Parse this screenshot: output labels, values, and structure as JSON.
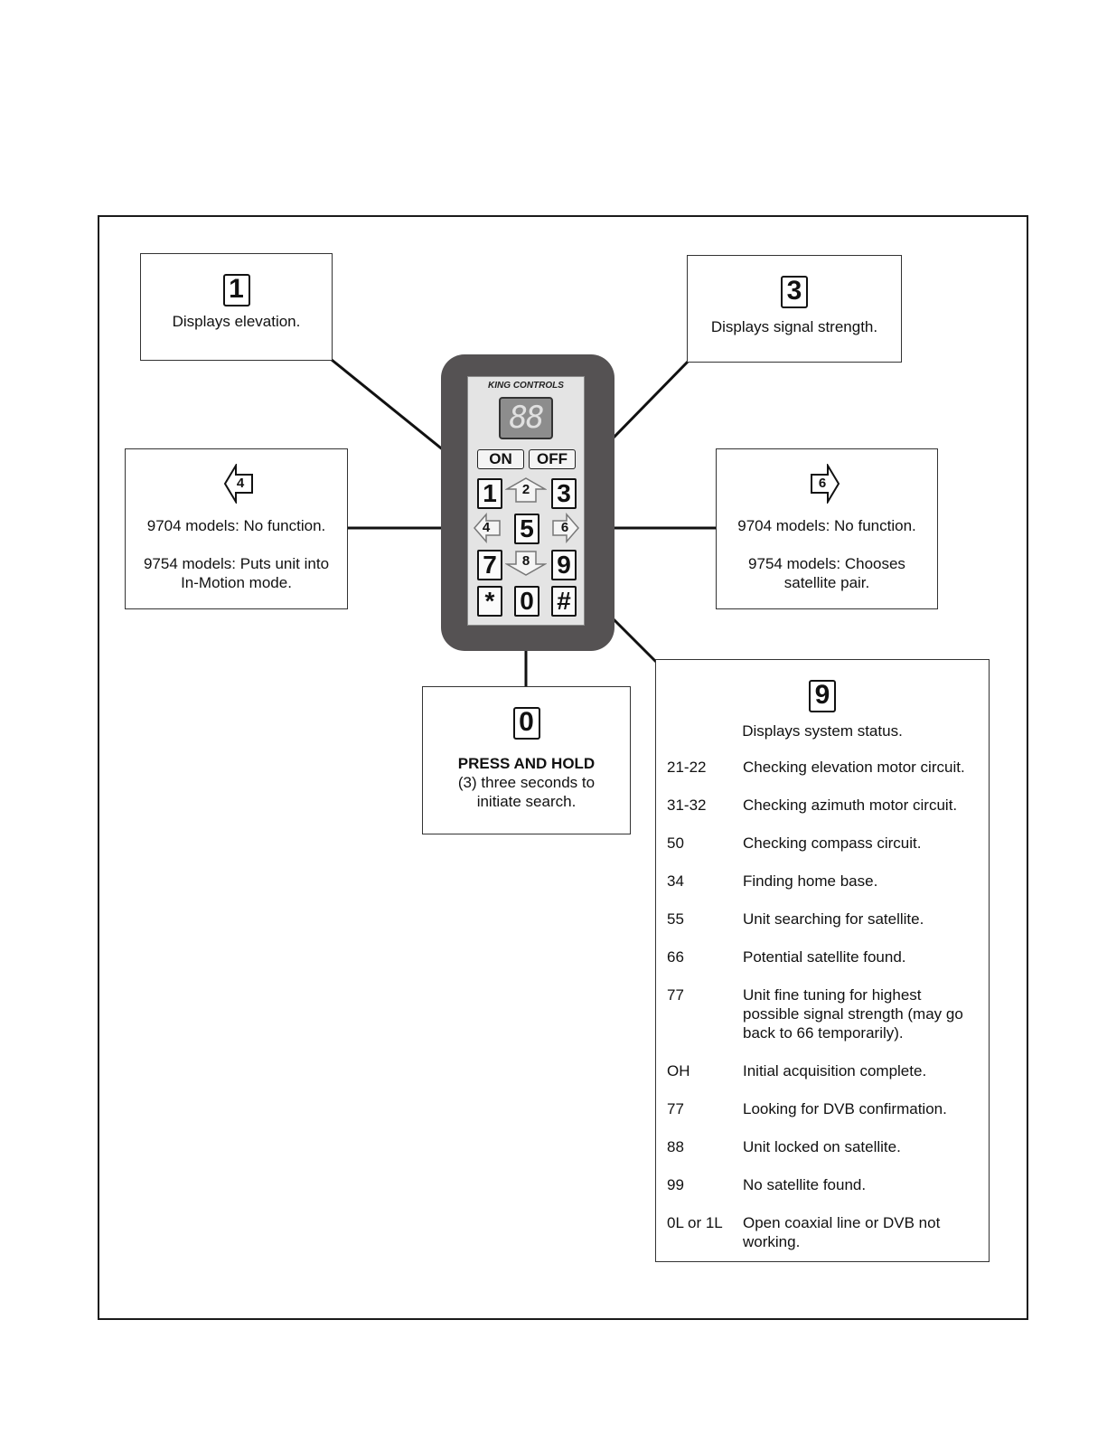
{
  "remote": {
    "brand": "KING CONTROLS",
    "display": "88",
    "on_label": "ON",
    "off_label": "OFF",
    "keys": {
      "k1": "1",
      "k2": "2",
      "k3": "3",
      "k4": "4",
      "k5": "5",
      "k6": "6",
      "k7": "7",
      "k8": "8",
      "k9": "9",
      "kstar": "*",
      "k0": "0",
      "khash": "#"
    }
  },
  "callouts": {
    "key1": {
      "key": "1",
      "text": "Displays elevation."
    },
    "key3": {
      "key": "3",
      "text": "Displays signal strength."
    },
    "key4": {
      "key": "4",
      "line1": "9704 models: No function.",
      "line2": "9754 models: Puts unit into",
      "line3": "In-Motion mode."
    },
    "key6": {
      "key": "6",
      "line1": "9704 models: No function.",
      "line2": "9754 models: Chooses",
      "line3": "satellite pair."
    },
    "key0": {
      "key": "0",
      "bold": "PRESS AND HOLD",
      "line1": "(3) three seconds to",
      "line2": "initiate search."
    },
    "key9": {
      "key": "9",
      "title": "Displays system status.",
      "rows": [
        {
          "code": "21-22",
          "text": "Checking elevation motor circuit."
        },
        {
          "code": "31-32",
          "text": "Checking azimuth motor circuit."
        },
        {
          "code": "50",
          "text": "Checking compass circuit."
        },
        {
          "code": "34",
          "text": "Finding home base."
        },
        {
          "code": "55",
          "text": "Unit searching for satellite."
        },
        {
          "code": "66",
          "text": "Potential satellite found."
        },
        {
          "code": "77",
          "text": "Unit fine tuning for highest possible signal strength (may go back to 66 temporarily)."
        },
        {
          "code": "OH",
          "text": "Initial acquisition complete."
        },
        {
          "code": "77",
          "text": "Looking for DVB confirmation."
        },
        {
          "code": "88",
          "text": "Unit locked on satellite."
        },
        {
          "code": "99",
          "text": "No satellite found."
        },
        {
          "code": "0L or 1L",
          "text": "Open coaxial line or DVB not working."
        }
      ]
    }
  }
}
